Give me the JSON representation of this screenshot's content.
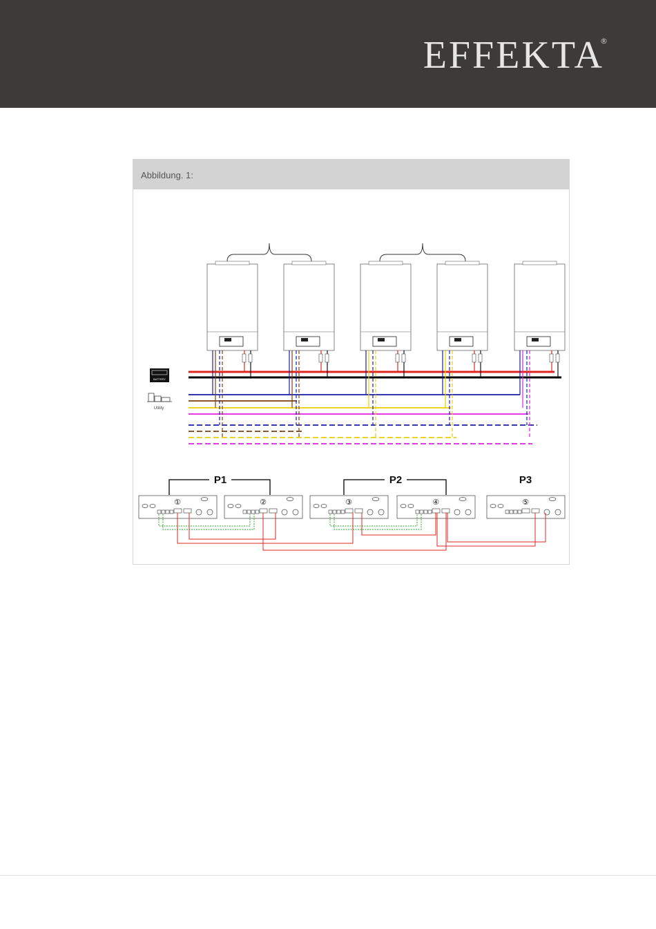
{
  "header": {
    "brand": "EFFEKTA",
    "trademark": "®"
  },
  "figure": {
    "caption": "Abbildung. 1:",
    "battery_label": "BATTERY",
    "utility_label": "Utility",
    "groups": [
      {
        "label": "P1",
        "units": [
          "①",
          "②"
        ]
      },
      {
        "label": "P2",
        "units": [
          "③",
          "④"
        ]
      },
      {
        "label": "P3",
        "units": [
          "⑤"
        ]
      }
    ],
    "colors": {
      "header_bg": "#3c3b3a",
      "caption_bg": "#d3d3d3",
      "battery_positive": "#e0261f",
      "battery_negative": "#000000",
      "line_blue": "#1a1aa8",
      "line_brown": "#7b3f10",
      "line_yellow": "#e8d000",
      "line_magenta": "#e020e0",
      "parallel_comm": "#2aa52a",
      "current_share": "#e0261f"
    }
  }
}
